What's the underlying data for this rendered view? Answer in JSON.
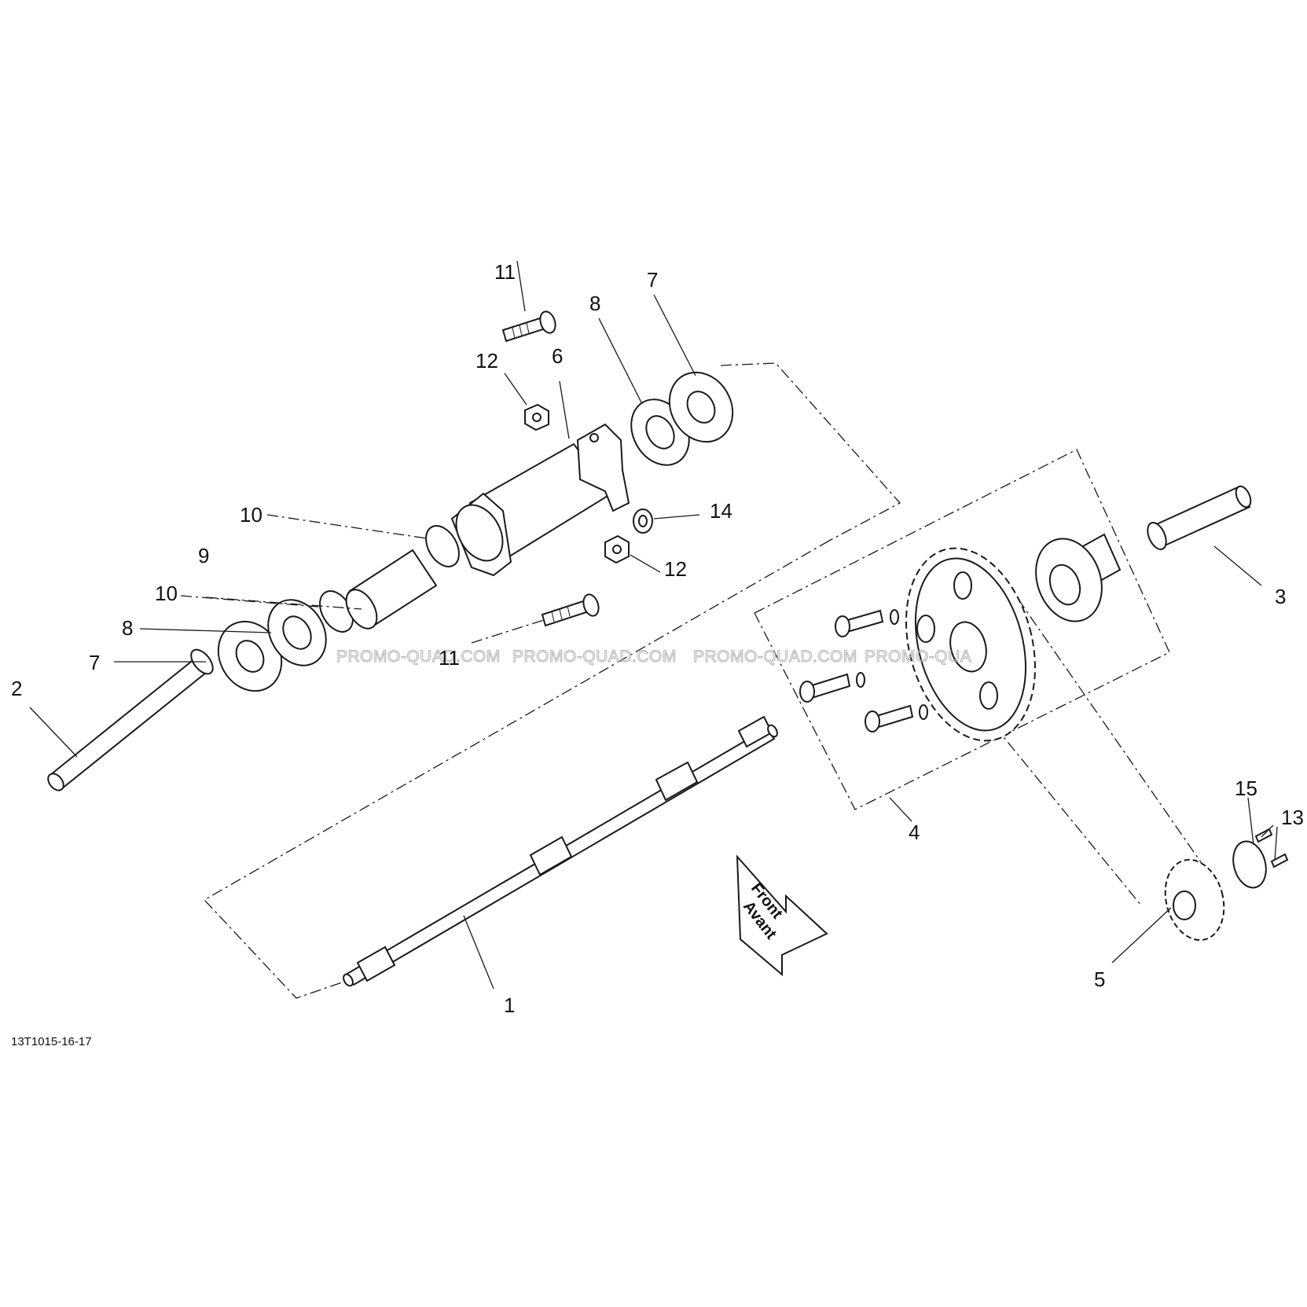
{
  "drawing_number": "13T1015-16-17",
  "watermark_text": "PROMO-QUAD.COM",
  "watermark_text_cut": "PROMO-QUA",
  "direction_arrow": {
    "line1": "Front",
    "line2": "Avant"
  },
  "callouts": {
    "c1": "1",
    "c2": "2",
    "c3": "3",
    "c4": "4",
    "c5": "5",
    "c6": "6",
    "c7a": "7",
    "c7b": "7",
    "c8a": "8",
    "c8b": "8",
    "c9": "9",
    "c10a": "10",
    "c10b": "10",
    "c11a": "11",
    "c11b": "11",
    "c12a": "12",
    "c12b": "12",
    "c13": "13",
    "c14": "14",
    "c15": "15"
  },
  "colors": {
    "line": "#1a1a1a",
    "watermark": "#b4b4b4",
    "background": "#ffffff"
  }
}
